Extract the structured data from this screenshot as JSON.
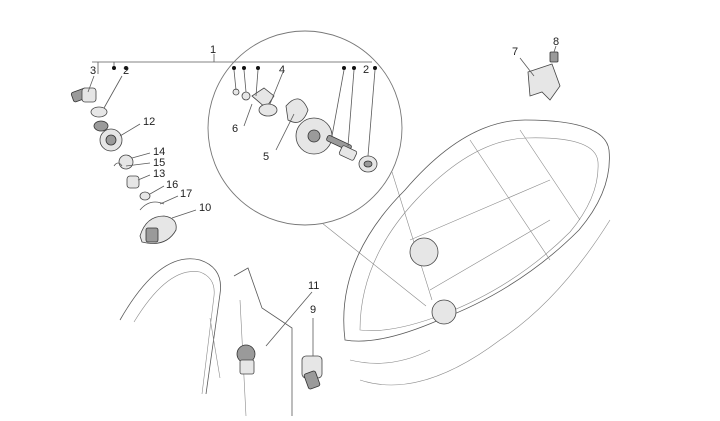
{
  "callouts": {
    "c1": "1",
    "c2": "2",
    "c3": "3",
    "c4": "4",
    "c5": "5",
    "c6": "6",
    "c7": "7",
    "c8": "8",
    "c9": "9",
    "c10": "10",
    "c11": "11",
    "c12": "12",
    "c13": "13",
    "c14": "14",
    "c15": "15",
    "c16": "16",
    "c17": "17",
    "c2b": "2"
  }
}
